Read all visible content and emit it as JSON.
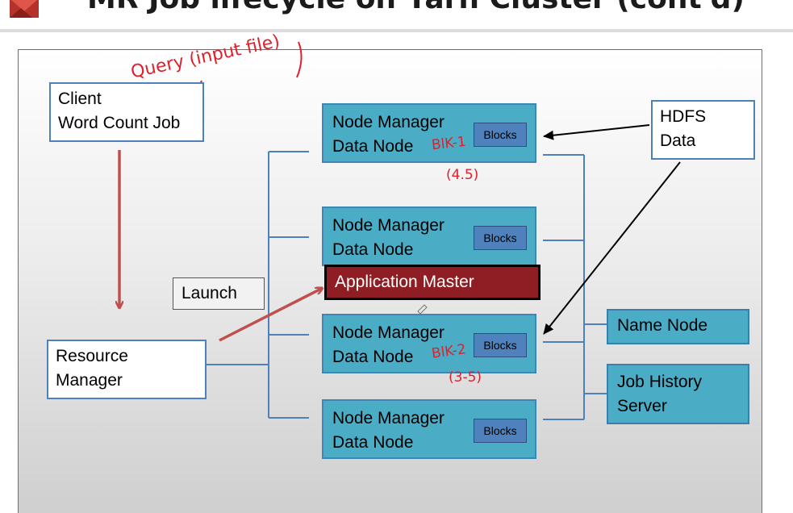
{
  "slide": {
    "title": "MR Job lifecycle on Yarn Cluster (cont'd)"
  },
  "diagram": {
    "client": {
      "line1": "Client",
      "line2": "Word Count Job"
    },
    "resource_manager": {
      "line1": "Resource",
      "line2": "Manager"
    },
    "launch_label": "Launch",
    "application_master": "Application Master",
    "nodes": [
      {
        "line1": "Node Manager",
        "line2": "Data Node",
        "blocks": "Blocks"
      },
      {
        "line1": "Node Manager",
        "line2": "Data Node",
        "blocks": "Blocks"
      },
      {
        "line1": "Node Manager",
        "line2": "Data Node",
        "blocks": "Blocks"
      },
      {
        "line1": "Node Manager",
        "line2": "Data Node",
        "blocks": "Blocks"
      }
    ],
    "hdfs": {
      "line1": "HDFS",
      "line2": "Data"
    },
    "name_node": "Name Node",
    "job_history": {
      "line1": "Job History",
      "line2": "Server"
    }
  },
  "annotations": {
    "query": "Query (input file)",
    "blk1": "BlK-1",
    "blk1_range": "(4.5)",
    "blk2": "BlK-2",
    "blk2_range": "(3-5)"
  },
  "colors": {
    "node_fill": "#4bacc6",
    "blocks_fill": "#4f81bd",
    "app_master_fill": "#8e1e24",
    "arrow_red": "#c0504d",
    "connector_blue": "#4e80bd",
    "annotation_red": "#e0202a"
  }
}
